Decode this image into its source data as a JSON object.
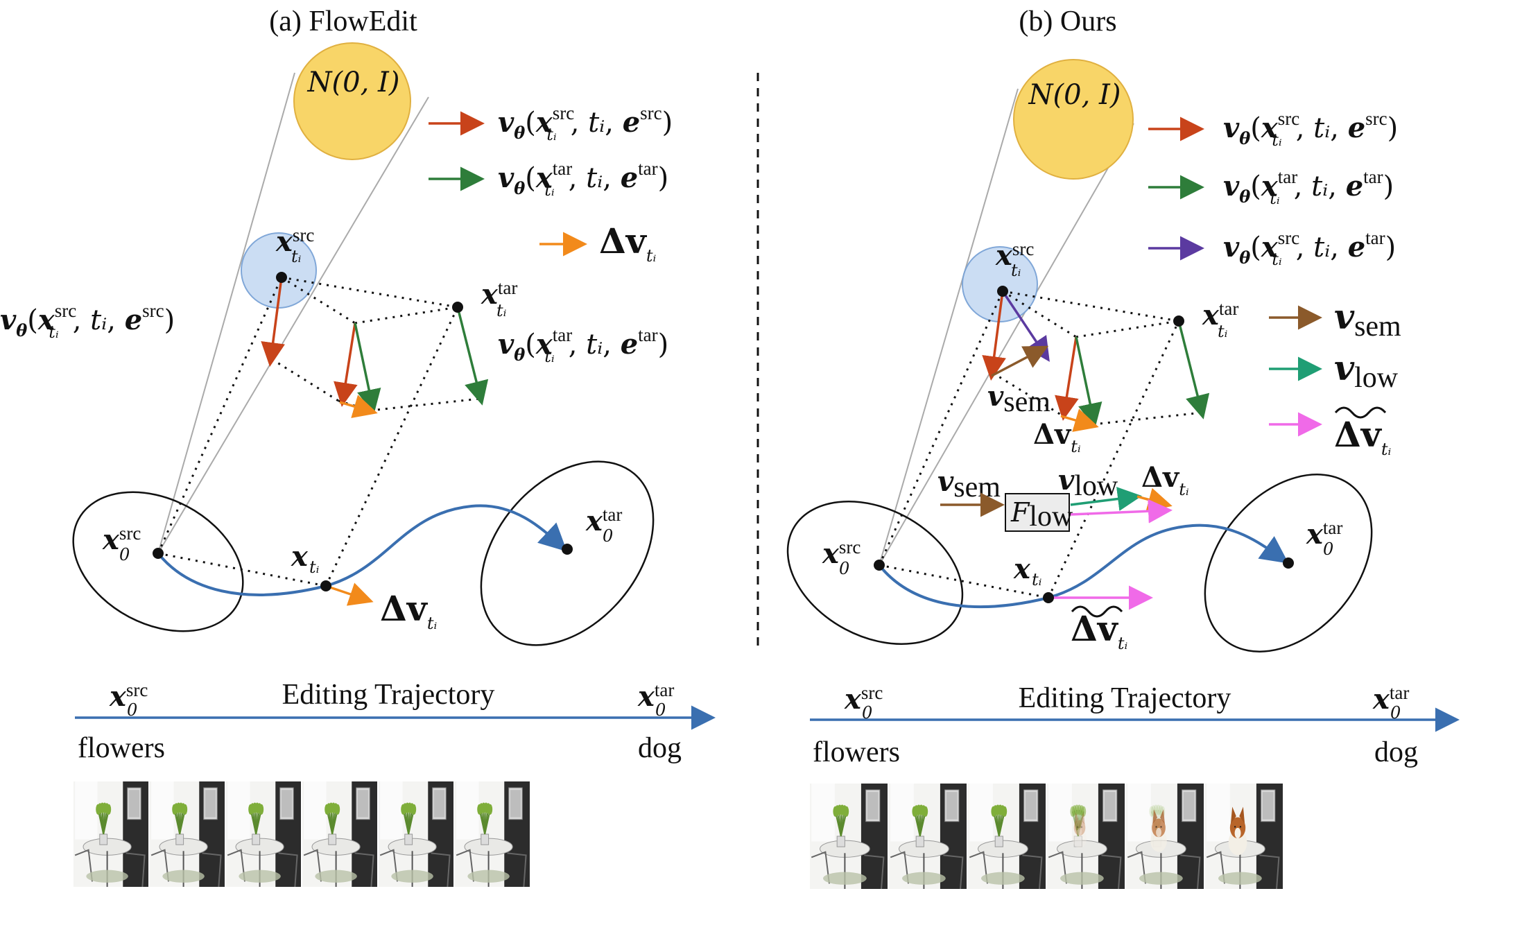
{
  "left": {
    "title": "(a) FlowEdit",
    "gaussian": "N(0, I)",
    "legend": [
      {
        "vec": "vθ",
        "args_open": "(x",
        "sup": "src",
        "sub": "ti",
        "args_close": ", ti, e",
        "esup": "src",
        "end": ")",
        "color": "#c8431a"
      },
      {
        "vec": "vθ",
        "args_open": "(x",
        "sup": "tar",
        "sub": "ti",
        "args_close": ", ti, e",
        "esup": "tar",
        "end": ")",
        "color": "#2e7d3a"
      },
      {
        "label": "Δv",
        "sub": "ti",
        "color": "#f28a1b"
      }
    ],
    "side_label_1": {
      "vec": "vθ",
      "sup": "src",
      "esup": "src"
    },
    "side_label_2": {
      "vec": "vθ",
      "sup": "tar",
      "esup": "tar"
    },
    "xt_src": {
      "base": "x",
      "sup": "src",
      "sub": "ti"
    },
    "xt_tar": {
      "base": "x",
      "sup": "tar",
      "sub": "ti"
    },
    "x0_src": {
      "base": "x",
      "sup": "src",
      "sub": "0"
    },
    "x0_tar": {
      "base": "x",
      "sup": "tar",
      "sub": "0"
    },
    "xti": {
      "base": "x",
      "sub": "ti"
    },
    "delta_bottom": {
      "label": "Δv",
      "sub": "ti"
    },
    "traj_label": "Editing Trajectory",
    "start_word": "flowers",
    "end_word": "dog"
  },
  "right": {
    "title": "(b) Ours",
    "gaussian": "N(0, I)",
    "legend": [
      {
        "sup": "src",
        "esup": "src",
        "color": "#c8431a"
      },
      {
        "sup": "tar",
        "esup": "tar",
        "color": "#2e7d3a"
      },
      {
        "sup": "src",
        "esup": "tar",
        "color": "#5b3aa0"
      }
    ],
    "legend2": [
      {
        "label": "v",
        "sub": "sem",
        "color": "#8b5a2b"
      },
      {
        "label": "v",
        "sub": "low",
        "color": "#1f9e74"
      },
      {
        "label": "Δv",
        "sub": "ti",
        "tilde": true,
        "color": "#f06ae8"
      }
    ],
    "vsem_label": {
      "label": "v",
      "sub": "sem"
    },
    "delta_label": {
      "label": "Δv",
      "sub": "ti"
    },
    "flow_box": {
      "label": "F",
      "sub": "low"
    },
    "vsem_in": {
      "label": "v",
      "sub": "sem"
    },
    "vlow_out": {
      "label": "v",
      "sub": "low"
    },
    "delta_out": {
      "label": "Δv",
      "sub": "ti"
    },
    "xt_src": {
      "base": "x",
      "sup": "src",
      "sub": "ti"
    },
    "xt_tar": {
      "base": "x",
      "sup": "tar",
      "sub": "ti"
    },
    "x0_src": {
      "base": "x",
      "sup": "src",
      "sub": "0"
    },
    "x0_tar": {
      "base": "x",
      "sup": "tar",
      "sub": "0"
    },
    "xti": {
      "base": "x",
      "sub": "ti"
    },
    "tilde_bottom": {
      "label": "Δv",
      "sub": "ti"
    },
    "traj_label": "Editing Trajectory",
    "start_word": "flowers",
    "end_word": "dog"
  },
  "colors": {
    "red": "#c8431a",
    "green": "#2e7d3a",
    "orange": "#f28a1b",
    "purple": "#5b3aa0",
    "brown": "#8b5a2b",
    "teal": "#1f9e74",
    "magenta": "#f06ae8",
    "blue": "#3a6fb0",
    "gauss_fill": "#f8d568",
    "gauss_stroke": "#e0b040",
    "ball_fill": "#c9dcf3",
    "ball_stroke": "#7aa3d6"
  },
  "strips": {
    "left_dog_frames": [
      0,
      0,
      0,
      0,
      0,
      0
    ],
    "right_dog_frames": [
      0,
      0,
      0,
      0.35,
      0.7,
      1
    ]
  }
}
